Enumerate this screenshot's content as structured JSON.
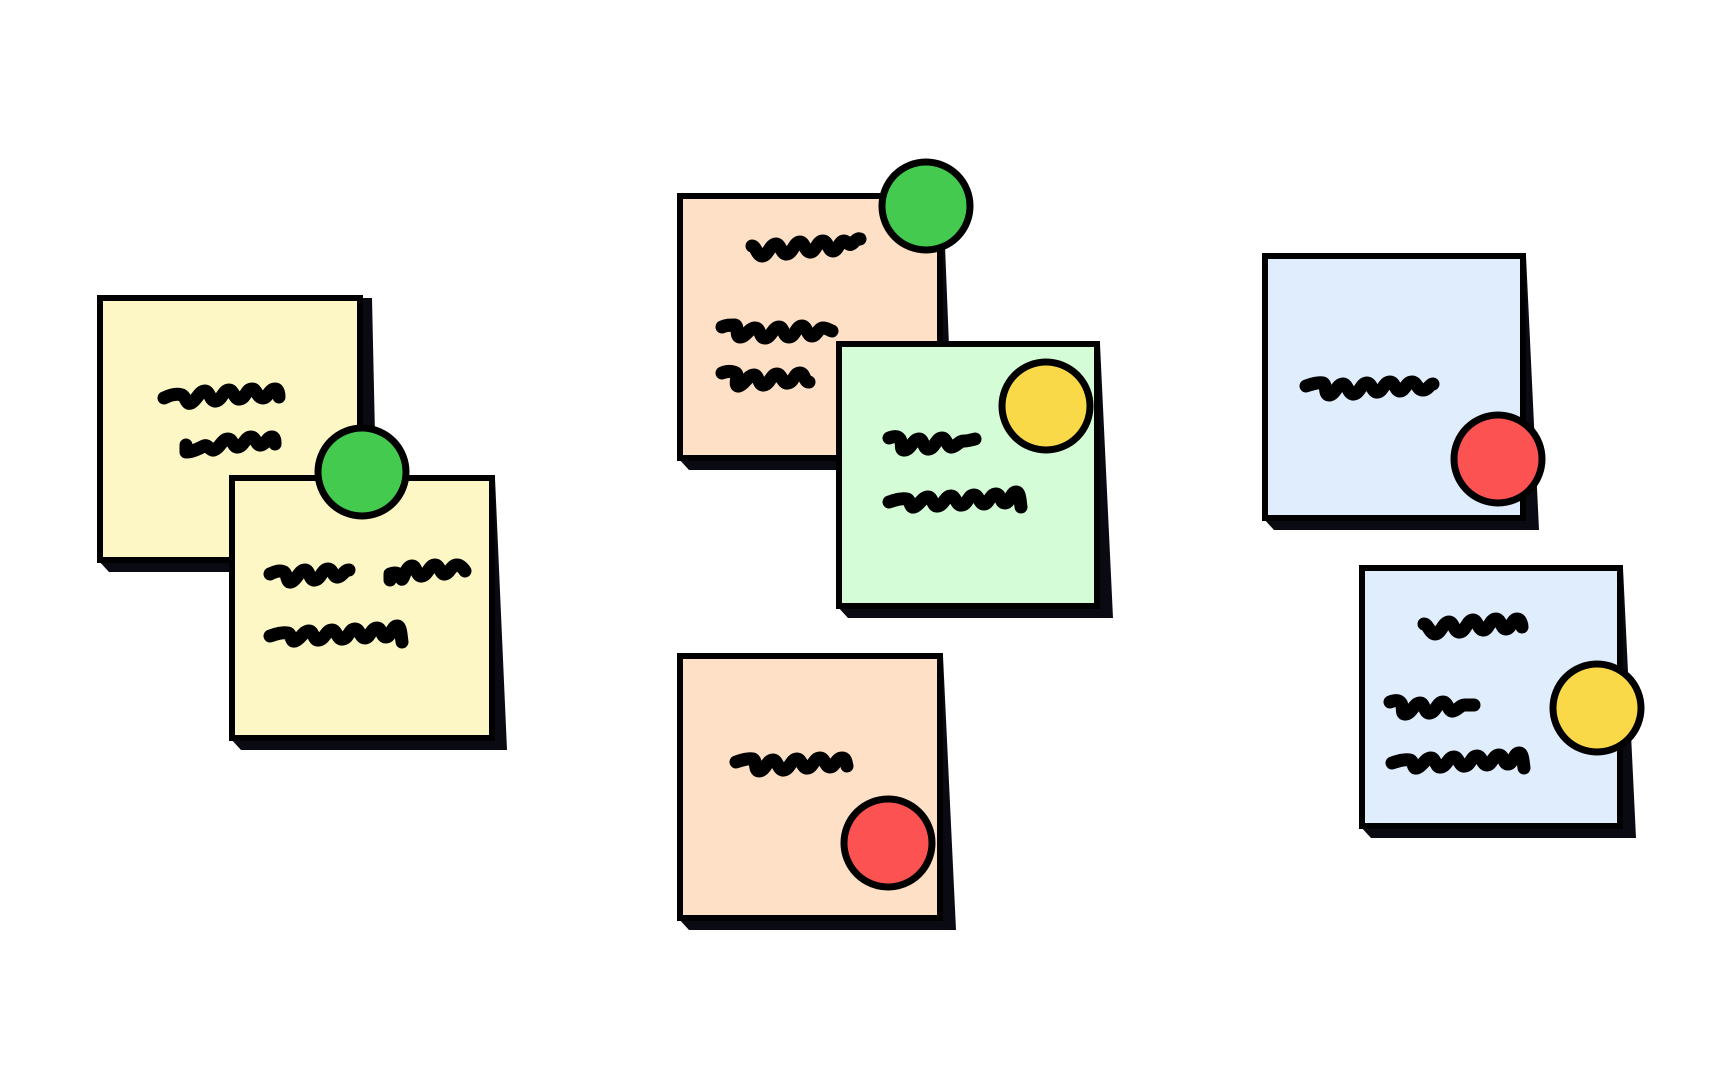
{
  "scene": {
    "background": "#ffffff",
    "ink_color": "#000000",
    "shadow_color": "#0a0a12"
  },
  "note_colors": {
    "yellow": "#fdf7c5",
    "peach": "#fde0c5",
    "mint": "#d3fcd7",
    "blue": "#e0edfd"
  },
  "pin_colors": {
    "green": "#44cb4f",
    "yellow": "#f9d948",
    "red": "#fc5252"
  },
  "notes": [
    {
      "id": "yellow-back",
      "color": "yellow",
      "pin": null,
      "scribble_lines": 2
    },
    {
      "id": "yellow-front",
      "color": "yellow",
      "pin": "green",
      "scribble_lines": 2
    },
    {
      "id": "peach-top",
      "color": "peach",
      "pin": "green",
      "scribble_lines": 3
    },
    {
      "id": "mint",
      "color": "mint",
      "pin": "yellow",
      "scribble_lines": 2
    },
    {
      "id": "peach-bottom",
      "color": "peach",
      "pin": "red",
      "scribble_lines": 1
    },
    {
      "id": "blue-top",
      "color": "blue",
      "pin": "red",
      "scribble_lines": 1
    },
    {
      "id": "blue-bottom",
      "color": "blue",
      "pin": "yellow",
      "scribble_lines": 3
    }
  ]
}
